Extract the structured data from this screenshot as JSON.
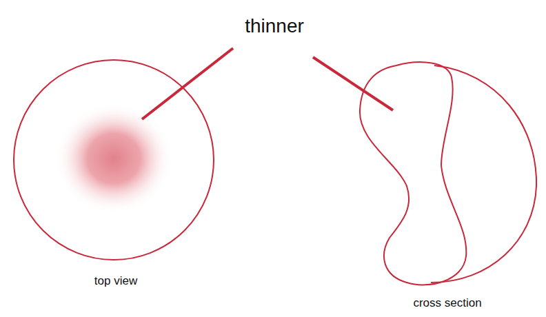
{
  "diagram": {
    "labels": [
      "thinner",
      "top view",
      "cross section"
    ]
  }
}
